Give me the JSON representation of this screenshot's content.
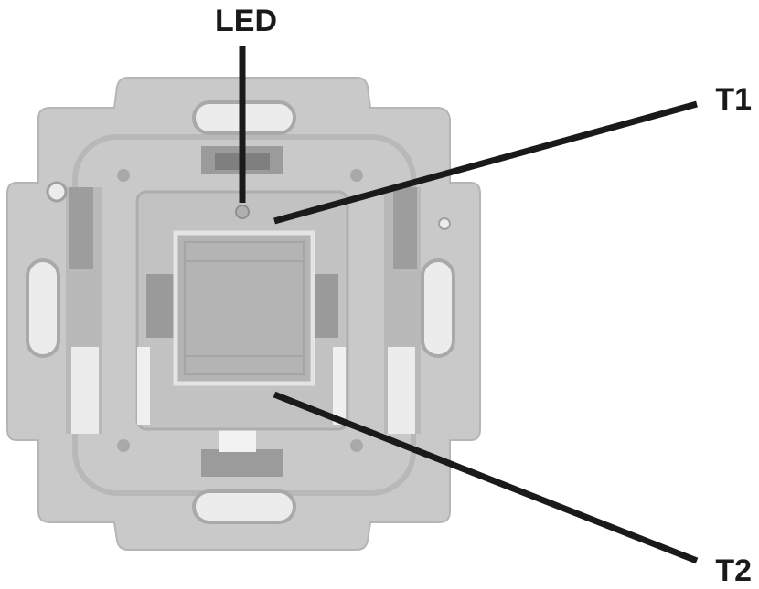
{
  "labels": {
    "led": "LED",
    "t1": "T1",
    "t2": "T2"
  },
  "colors": {
    "frame": "#c9c9c9",
    "frame_edge": "#b5b5b5",
    "inner": "#bdbdbd",
    "button": "#b3b3b3",
    "button_edge": "#e4e4e4",
    "highlight": "#ececec",
    "dark": "#8e8e8e",
    "leader": "#1a1a1a"
  }
}
